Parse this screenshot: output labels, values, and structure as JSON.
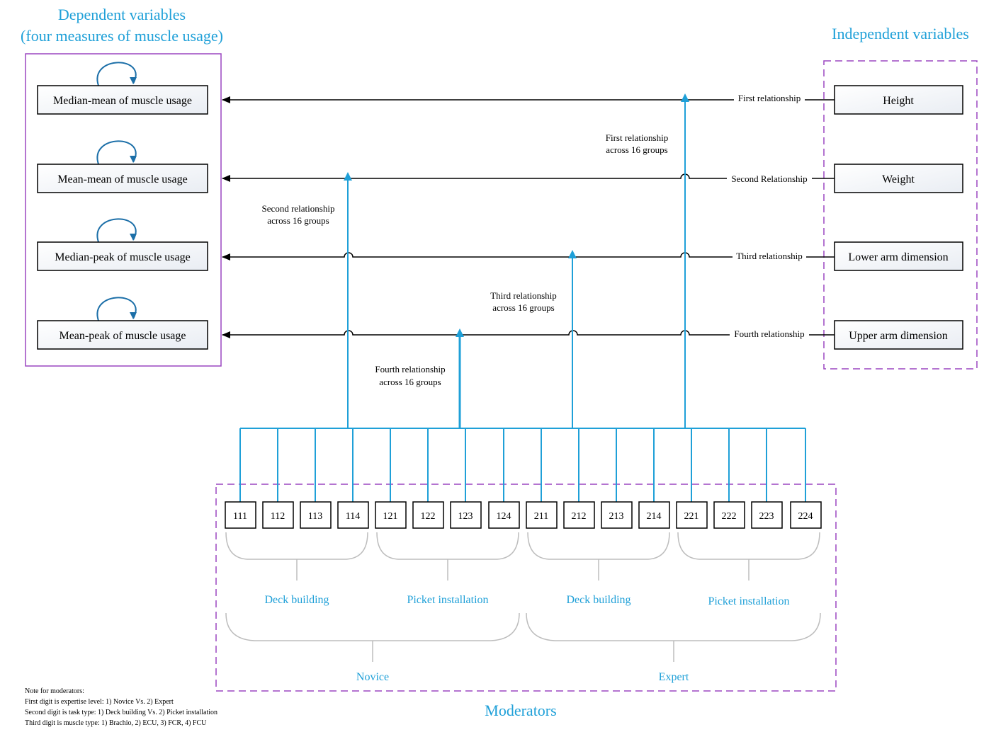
{
  "titles": {
    "dependent_line1": "Dependent variables",
    "dependent_line2": "(four measures of muscle usage)",
    "independent": "Independent variables",
    "moderators": "Moderators"
  },
  "dependent_vars": [
    "Median-mean of muscle usage",
    "Mean-mean of muscle usage",
    "Median-peak of muscle usage",
    "Mean-peak of muscle usage"
  ],
  "independent_vars": [
    "Height",
    "Weight",
    "Lower arm dimension",
    "Upper arm dimension"
  ],
  "relationship_labels": [
    "First relationship",
    "Second Relationship",
    "Third relationship",
    "Fourth relationship"
  ],
  "moderation_labels": [
    {
      "line1": "First relationship",
      "line2": "across 16 groups"
    },
    {
      "line1": "Second relationship",
      "line2": "across 16 groups"
    },
    {
      "line1": "Third relationship",
      "line2": "across 16 groups"
    },
    {
      "line1": "Fourth relationship",
      "line2": "across 16 groups"
    }
  ],
  "moderators": [
    "111",
    "112",
    "113",
    "114",
    "121",
    "122",
    "123",
    "124",
    "211",
    "212",
    "213",
    "214",
    "221",
    "222",
    "223",
    "224"
  ],
  "task_groups": [
    "Deck building",
    "Picket installation",
    "Deck building",
    "Picket installation"
  ],
  "expertise_groups": [
    "Novice",
    "Expert"
  ],
  "note": [
    "Note for moderators:",
    "First digit is expertise level: 1) Novice Vs. 2) Expert",
    "Second digit is task type: 1) Deck building Vs. 2) Picket installation",
    "Third digit is muscle type: 1) Brachio, 2) ECU, 3) FCR, 4) FCU"
  ],
  "colors": {
    "accent_blue": "#1fa0d8",
    "self_loop_blue": "#1c6fa8",
    "dependent_border": "#9b46c0",
    "independent_border": "#9b46c0",
    "brace_gray": "#bdbdbd"
  }
}
